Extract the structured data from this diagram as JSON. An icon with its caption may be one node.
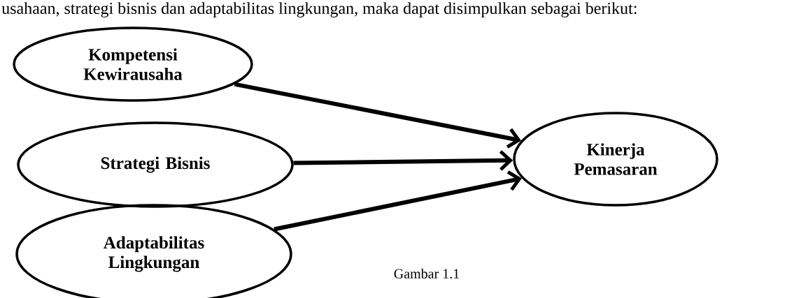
{
  "diagram": {
    "caption": "Gambar 1.1",
    "nodes": [
      {
        "text": [
          "Kompetensi Kewirausaha"
        ]
      },
      {
        "text": [
          "Strategi Bisnis"
        ]
      },
      {
        "text": [
          "Adaptabilitas Lingkungan"
        ]
      },
      {
        "text": [
          "Kinerja Pemasaran"
        ]
      }
    ],
    "edges": [
      {
        "from": 0,
        "to": 3,
        "arrow": "to"
      },
      {
        "from": 1,
        "to": 3,
        "arrow": "to"
      },
      {
        "from": 2,
        "to": 3,
        "arrow": "to"
      }
    ],
    "labels": [
      "usahaan, strategi bisnis dan adaptabilitas lingkungan, maka dapat disimpulkan sebagai berikut:"
    ]
  }
}
